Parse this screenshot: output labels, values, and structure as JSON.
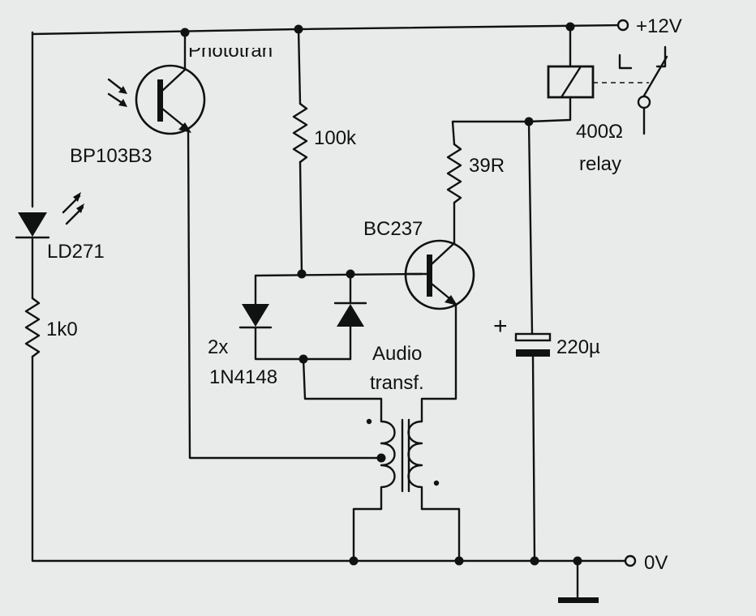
{
  "labels": {
    "supply_pos": "+12V",
    "supply_gnd": "0V",
    "phototransistor_heading": "Phototran",
    "phototransistor": "BP103B3",
    "led": "LD271",
    "r_led": "1k0",
    "r_bias": "100k",
    "r_collector": "39R",
    "transistor": "BC237",
    "diodes_count": "2x",
    "diodes_part": "1N4148",
    "transformer_line1": "Audio",
    "transformer_line2": "transf.",
    "capacitor": "220µ",
    "capacitor_polarity": "+",
    "relay_resistance": "400Ω",
    "relay": "relay"
  },
  "colors": {
    "background": "#e9ebeb",
    "ink": "#111111"
  }
}
